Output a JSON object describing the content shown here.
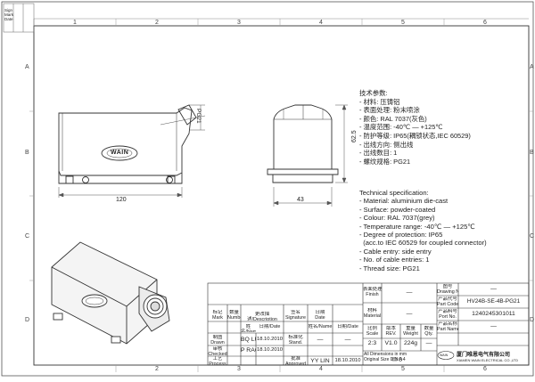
{
  "side_label_lines": [
    "Sign",
    "Mark",
    "Date"
  ],
  "grid_numbers_top": [
    "1",
    "2",
    "3",
    "4",
    "5",
    "6"
  ],
  "grid_numbers_bottom": [
    "2",
    "3",
    "4",
    "5",
    "6"
  ],
  "grid_letters": [
    "A",
    "B",
    "C",
    "D"
  ],
  "drawing": {
    "dim_pg21": "PG21",
    "dim_width": "120",
    "dim_depth": "43",
    "dim_height": "62.5",
    "logo_text": "WAIN"
  },
  "spec_cn": {
    "title": "技术参数:",
    "lines": [
      "- 材料: 压铸铝",
      "- 表面处理: 粉末喷涂",
      "- 颜色: RAL 7037(灰色)",
      "- 温度范围: -40℃ — +125℃",
      "- 防护等级: IP65(耦锁状态,IEC 60529)",
      "- 出线方向: 侧出线",
      "- 出线数目: 1",
      "- 螺纹规格: PG21"
    ]
  },
  "spec_en": {
    "title": "Technical specification:",
    "lines": [
      "- Material: aluminium die-cast",
      "- Surface: powder-coated",
      "- Colour: RAL 7037(grey)",
      "- Temperature range: -40℃ — +125℃",
      "- Degree of protection: IP65",
      "  (acc.to IEC 60529 for coupled connector)",
      "- Cable entry: side entry",
      "- No. of cable entries: 1",
      "- Thread size: PG21"
    ]
  },
  "title_block": {
    "hdr_mark": "标记\nMark",
    "hdr_number": "数量\nNumber",
    "hdr_change": "更改描述/Description",
    "hdr_sign": "签名\nSignature",
    "hdr_date": "日期\nDate",
    "name_label": "姓名/Name",
    "date_label": "日期/Date",
    "std_label": "标准化\nStand.",
    "drawn_label": "制图\nDrawn",
    "checked_label": "审核\nChecked",
    "process_label": "工艺\nProcess",
    "approved_label": "批准\nApproved",
    "drawn_name": "BQ LUO",
    "drawn_date": "18.10.2010",
    "checked_name": "P RAO",
    "checked_date": "18.10.2010",
    "approved_name": "YY LIN",
    "approved_date": "18.10.2010",
    "std_value": "—",
    "std_date": "—",
    "finish_label": "表面处理\nFinish",
    "finish_value": "—",
    "material_label": "材料\nMaterial",
    "material_value": "—",
    "scale_label": "比例\nScale",
    "rev_label": "版本\nREV.",
    "weight_label": "重量\nWeight",
    "qty_label": "数量\nQty.",
    "scale_value": "2:3",
    "rev_value": "V1.0",
    "weight_value": "224g",
    "qty_value": "—",
    "note_line1": "All Dimensions in mm",
    "note_line2": "Original Size DIN A 4",
    "drawing_no_label": "图号\nDrawing No.",
    "drawing_no_value": "—",
    "part_code_label": "产品代号\nPart Code",
    "part_code_value": "HV24B-SE-4B-PG21",
    "part_no_label": "产品料号\nPort No.",
    "part_no_value": "1240245301011",
    "part_name_label": "产品名称\nPart Name",
    "part_name_value": "—",
    "company_cn": "厦门唯恩电气有限公司",
    "company_en": "XIAMEN WAIN ELECTRICAL CO.,LTD",
    "company_logo": "WAIN"
  }
}
